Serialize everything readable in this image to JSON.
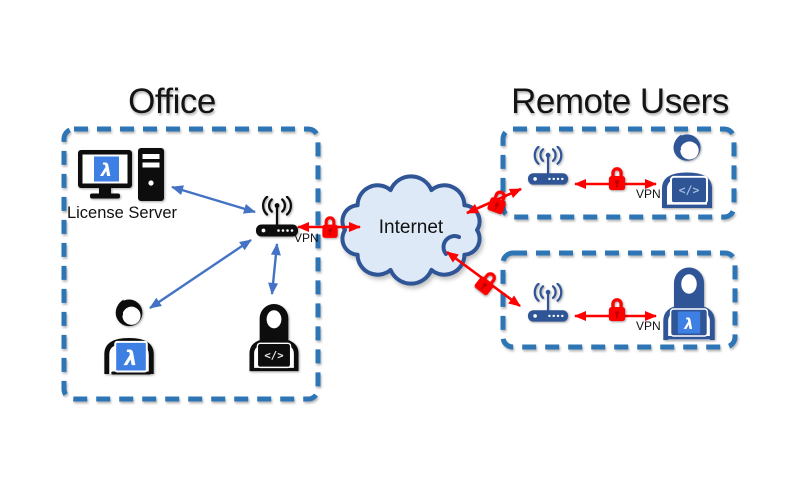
{
  "colors": {
    "boundary_blue": "#2E75B6",
    "arrow_blue": "#4472C4",
    "vpn_red": "#FF0000",
    "icon_black": "#0D0D0D",
    "icon_navy": "#2F5597",
    "bricscad_blue": "#3E7FE4",
    "cloud_fill": "#DDE9F6",
    "cloud_border": "#2F5597"
  },
  "office": {
    "title": "Office",
    "license_server": {
      "label": "License Server",
      "logo_glyph": "λ"
    },
    "router_vpn_label": "VPN",
    "users": [
      {
        "laptop_glyph": "λ"
      },
      {
        "laptop_glyph": "</>"
      }
    ]
  },
  "internet": {
    "label": "Internet"
  },
  "remote": {
    "title": "Remote Users",
    "sites": [
      {
        "vpn_label": "VPN",
        "laptop_glyph": "</>"
      },
      {
        "vpn_label": "VPN",
        "laptop_glyph": "λ"
      }
    ]
  }
}
